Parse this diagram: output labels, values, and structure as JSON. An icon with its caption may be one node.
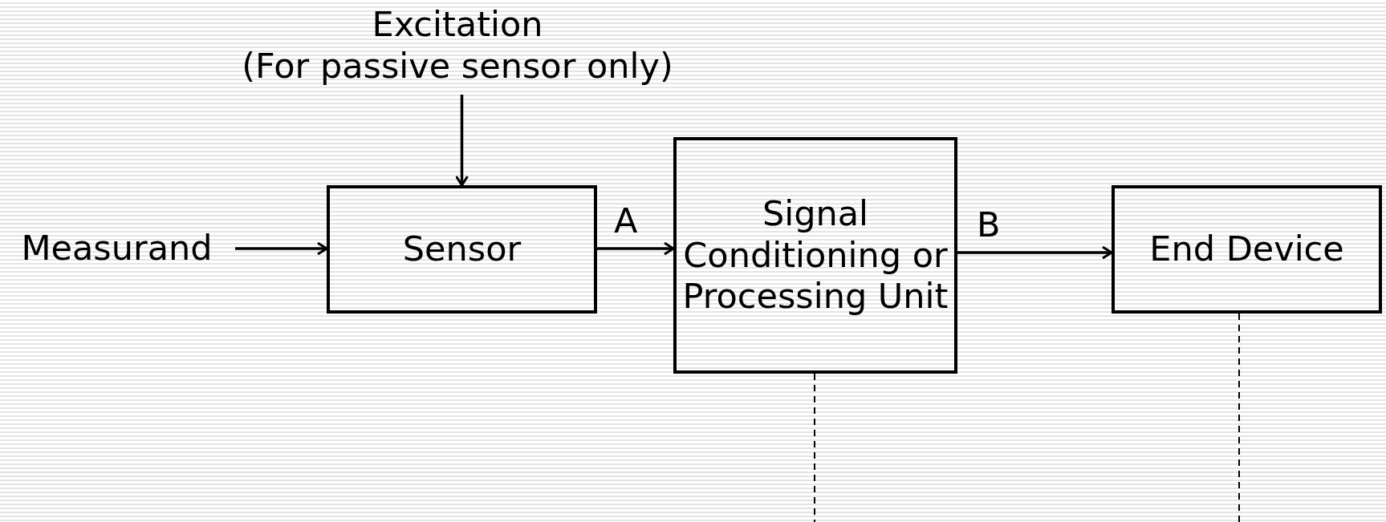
{
  "diagram": {
    "nodes": [
      {
        "text": [
          "Excitation",
          "(For passive sensor only)"
        ]
      },
      {
        "text": [
          "Measurand"
        ]
      },
      {
        "text": [
          "Sensor"
        ]
      },
      {
        "text": [
          "Signal Conditioning or Processing Unit"
        ]
      },
      {
        "text": [
          "End Device"
        ]
      }
    ],
    "edges": [
      {
        "from": 0,
        "to": 2,
        "arrow": "to"
      },
      {
        "from": 1,
        "to": 2,
        "arrow": "to"
      },
      {
        "from": 2,
        "to": 3,
        "arrow": "to",
        "label": "A"
      },
      {
        "from": 3,
        "to": 4,
        "arrow": "to",
        "label": "B"
      },
      {
        "from": 3,
        "to": null,
        "arrow": "none",
        "style": "dashed"
      },
      {
        "from": 4,
        "to": null,
        "arrow": "none",
        "style": "dashed"
      }
    ]
  }
}
